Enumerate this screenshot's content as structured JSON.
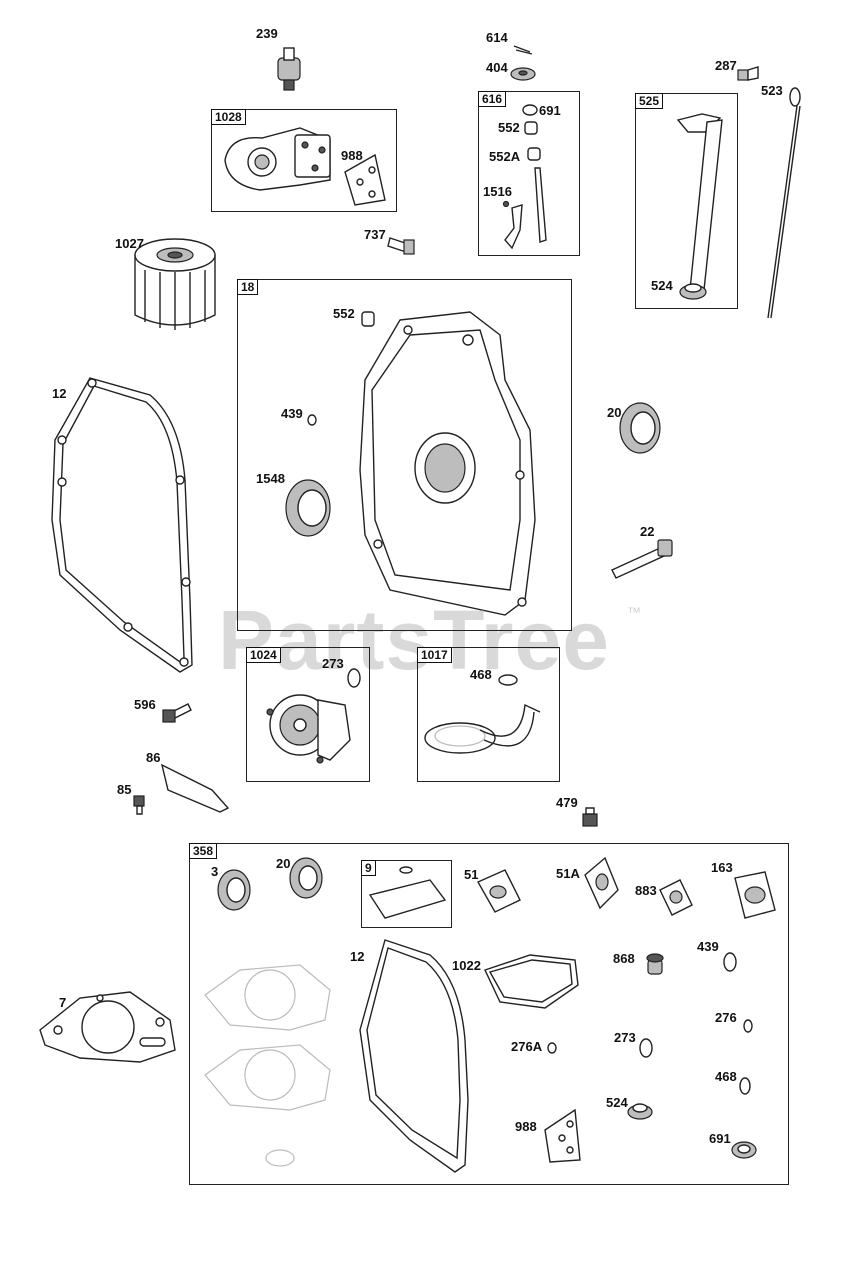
{
  "watermark": {
    "text": "PartsTree",
    "trademark": "™"
  },
  "groups": {
    "g1028": "1028",
    "g616": "616",
    "g525": "525",
    "g18": "18",
    "g1024": "1024",
    "g1017": "1017",
    "g9": "9",
    "g358": "358"
  },
  "labels": {
    "l239": "239",
    "l988a": "988",
    "l614": "614",
    "l404": "404",
    "l691a": "691",
    "l552a": "552",
    "l552A": "552A",
    "l1516": "1516",
    "l287": "287",
    "l523": "523",
    "l524a": "524",
    "l737": "737",
    "l1027": "1027",
    "l552b": "552",
    "l12a": "12",
    "l439a": "439",
    "l1548": "1548",
    "l20a": "20",
    "l22": "22",
    "l273a": "273",
    "l468a": "468",
    "l596": "596",
    "l86": "86",
    "l85": "85",
    "l479": "479",
    "l3": "3",
    "l20b": "20",
    "l51": "51",
    "l51A": "51A",
    "l883": "883",
    "l163": "163",
    "l7": "7",
    "l12b": "12",
    "l1022": "1022",
    "l868": "868",
    "l439b": "439",
    "l276": "276",
    "l276A": "276A",
    "l273b": "273",
    "l468b": "468",
    "l988b": "988",
    "l524b": "524",
    "l691b": "691"
  }
}
